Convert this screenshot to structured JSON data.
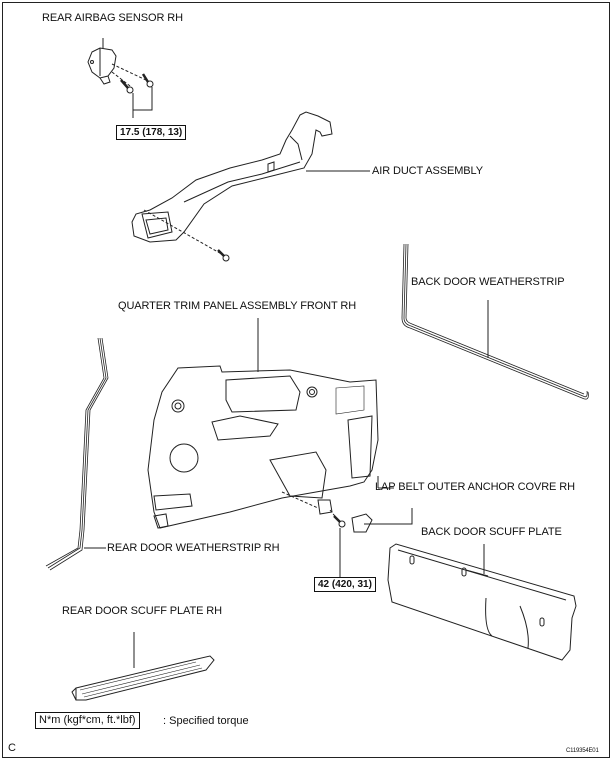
{
  "diagram": {
    "labels": {
      "rear_airbag_sensor": "REAR AIRBAG SENSOR RH",
      "air_duct": "AIR DUCT ASSEMBLY",
      "back_door_weatherstrip": "BACK DOOR WEATHERSTRIP",
      "quarter_trim_panel": "QUARTER TRIM PANEL ASSEMBLY FRONT RH",
      "lap_belt_cover": "LAP BELT OUTER ANCHOR COVRE RH",
      "back_door_scuff_plate": "BACK DOOR SCUFF PLATE",
      "rear_door_weatherstrip": "REAR DOOR WEATHERSTRIP RH",
      "rear_door_scuff_plate": "REAR DOOR SCUFF PLATE RH"
    },
    "torques": {
      "airbag_sensor_bolts": "17.5 (178, 13)",
      "lap_belt_anchor_bolt": "42 (420, 31)"
    },
    "legend": {
      "unit_box": "N*m (kgf*cm, ft.*lbf)",
      "description": ": Specified torque"
    },
    "corner_letter": "C",
    "figure_code": "C119354E01"
  }
}
